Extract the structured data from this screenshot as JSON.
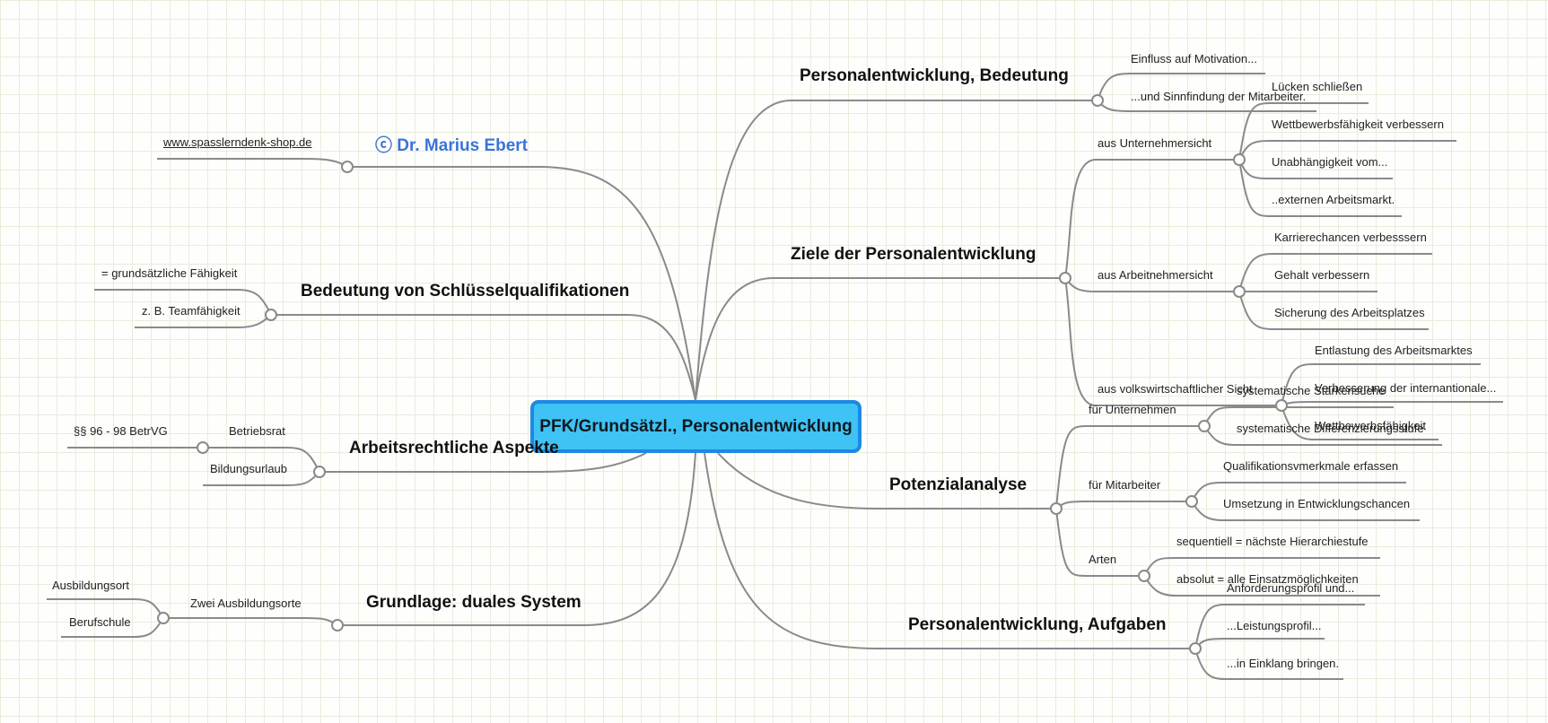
{
  "center": "PFK/Grundsätzl., Personalentwicklung",
  "author": "Dr. Marius Ebert",
  "copyright_symbol": "ⓒ",
  "website": "www.spasslerndenk-shop.de",
  "colors": {
    "center_fill": "#3ec3f4",
    "center_border": "#1e88e5",
    "connector": "#8a8a8a",
    "author": "#3a73d9",
    "grid": "#e9ecdc"
  },
  "right": {
    "bedeutung": {
      "title": "Personalentwicklung, Bedeutung",
      "items": [
        "Einfluss auf Motivation...",
        "...und Sinnfindung der Mitarbeiter."
      ]
    },
    "ziele": {
      "title": "Ziele der Personalentwicklung",
      "unternehmen": {
        "label": "aus Unternehmersicht",
        "items": [
          "Lücken schließen",
          "Wettbewerbsfähigkeit verbessern",
          "Unabhängigkeit vom...",
          "..externen Arbeitsmarkt."
        ]
      },
      "arbeitnehmer": {
        "label": "aus Arbeitnehmersicht",
        "items": [
          "Karrierechancen verbesssern",
          "Gehalt verbessern",
          "Sicherung des Arbeitsplatzes"
        ]
      },
      "volkswirtschaft": {
        "label": "aus volkswirtschaftlicher Sicht",
        "items": [
          "Entlastung des Arbeitsmarktes",
          "Verbesserung der internantionale...",
          "Wettbewerbsfähigkeit"
        ]
      }
    },
    "potenzial": {
      "title": "Potenzialanalyse",
      "unternehmen": {
        "label": "für Unternehmen",
        "items": [
          "systematische Stärkensuche",
          "systematische Differenzierungsstufe"
        ]
      },
      "mitarbeiter": {
        "label": "für Mitarbeiter",
        "items": [
          "Qualifikationsvmerkmale erfassen",
          "Umsetzung in Entwicklungschancen"
        ]
      },
      "arten": {
        "label": "Arten",
        "items": [
          "sequentiell = nächste Hierarchiestufe",
          "absolut = alle Einsatzmöglichkeiten"
        ]
      }
    },
    "aufgaben": {
      "title": "Personalentwicklung, Aufgaben",
      "items": [
        "Anforderungsprofil und...",
        "...Leistungsprofil...",
        "...in Einklang bringen."
      ]
    }
  },
  "left": {
    "schluessel": {
      "title": "Bedeutung von Schlüsselqualifikationen",
      "items": [
        "= grundsätzliche Fähigkeit",
        "z. B. Teamfähigkeit"
      ]
    },
    "arbeitsrecht": {
      "title": "Arbeitsrechtliche Aspekte",
      "betriebsrat": "Betriebsrat",
      "betrvg": "§§ 96 - 98 BetrVG",
      "bildungsurlaub": "Bildungsurlaub"
    },
    "dual": {
      "title": "Grundlage: duales System",
      "zwei": "Zwei Ausbildungsorte",
      "items": [
        "Ausbildungsort",
        "Berufschule"
      ]
    }
  }
}
